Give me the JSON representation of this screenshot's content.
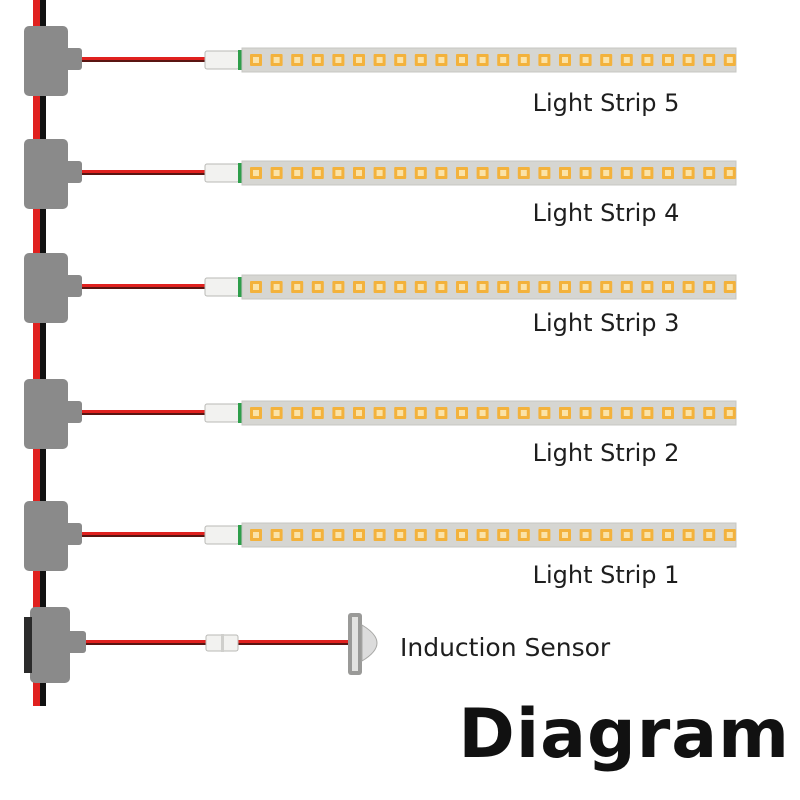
{
  "title": "Diagram",
  "strips": [
    {
      "label": "Light Strip 5"
    },
    {
      "label": "Light Strip 4"
    },
    {
      "label": "Light Strip 3"
    },
    {
      "label": "Light Strip 2"
    },
    {
      "label": "Light Strip 1"
    }
  ],
  "sensor": {
    "label": "Induction Sensor"
  },
  "colors": {
    "wire_red": "#e0211f",
    "wire_black": "#111111",
    "connector": "#8a8a8a",
    "strip_body": "#d6d6d2",
    "led": "#f3b23c",
    "plug": "#f2f2f0",
    "plug_green": "#2e9e4a",
    "text": "#1e1e1e"
  }
}
